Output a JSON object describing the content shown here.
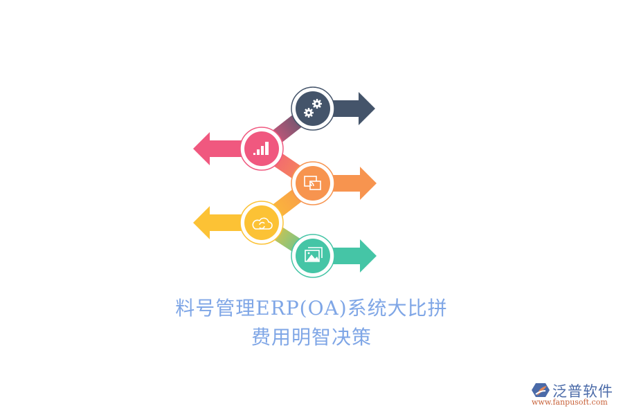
{
  "title": {
    "line1": "料号管理ERP(OA)系统大比拼",
    "line2": "费用明智决策"
  },
  "steps": [
    {
      "id": 1,
      "icon": "gears-icon",
      "direction": "right",
      "color": "#44546a"
    },
    {
      "id": 2,
      "icon": "bar-chart-icon",
      "direction": "left",
      "color": "#f0587f"
    },
    {
      "id": 3,
      "icon": "screen-cast-icon",
      "direction": "right",
      "color": "#f7944f"
    },
    {
      "id": 4,
      "icon": "cloud-sync-icon",
      "direction": "left",
      "color": "#fcc235"
    },
    {
      "id": 5,
      "icon": "image-gallery-icon",
      "direction": "right",
      "color": "#45c5a6"
    }
  ],
  "logo": {
    "name": "泛普软件",
    "url": "www.fanpusoft.com"
  }
}
